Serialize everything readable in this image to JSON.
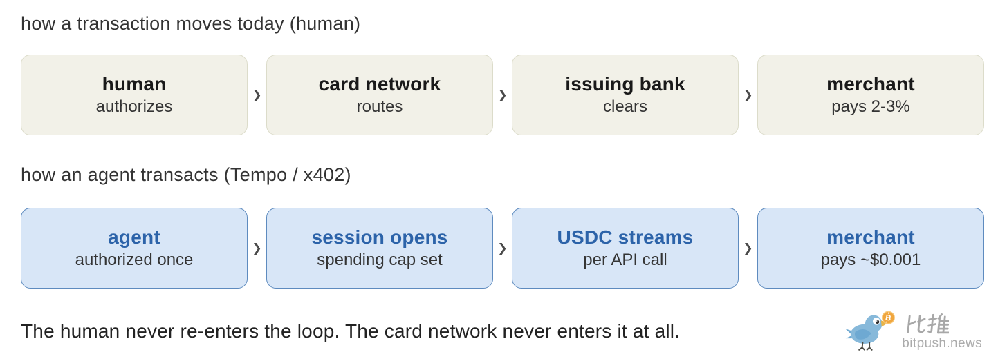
{
  "page": {
    "background": "#ffffff"
  },
  "arrow": "❯",
  "sections": [
    {
      "id": "human-flow",
      "heading": "how a transaction moves today (human)",
      "box_bg": "#f2f1e8",
      "box_border": "#dcdcca",
      "title_color": "#191919",
      "boxes": [
        {
          "title": "human",
          "subtitle": "authorizes"
        },
        {
          "title": "card network",
          "subtitle": "routes"
        },
        {
          "title": "issuing bank",
          "subtitle": "clears"
        },
        {
          "title": "merchant",
          "subtitle": "pays 2-3%"
        }
      ]
    },
    {
      "id": "agent-flow",
      "heading": "how an agent transacts (Tempo / x402)",
      "box_bg": "#d8e6f7",
      "box_border": "#5e8bbf",
      "title_color": "#2c63a9",
      "boxes": [
        {
          "title": "agent",
          "subtitle": "authorized once"
        },
        {
          "title": "session opens",
          "subtitle": "spending cap set"
        },
        {
          "title": "USDC streams",
          "subtitle": "per API call"
        },
        {
          "title": "merchant",
          "subtitle": "pays ~$0.001"
        }
      ]
    }
  ],
  "footer": {
    "caption": "The human never re-enters the loop. The card network never enters it at all.",
    "logo": {
      "brand_cjk": "比推",
      "brand_domain": "bitpush.news",
      "bird_color": "#87b9da",
      "wing_color": "#6ea9d2",
      "coin_color": "#f0a63e",
      "text_color": "#ababab"
    }
  }
}
